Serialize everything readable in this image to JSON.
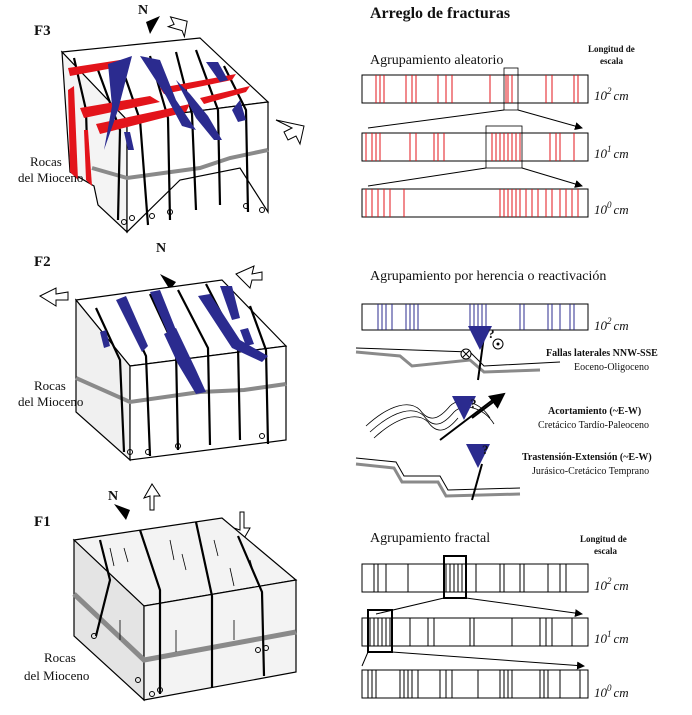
{
  "title": "Arreglo de fracturas",
  "colors": {
    "red": "#e3141b",
    "blue": "#2b2b8f",
    "grey": "#8a8a8a",
    "black": "#000000"
  },
  "blocks": [
    {
      "id": "F3",
      "label": "F3",
      "north": "N",
      "rock_label_1": "Rocas",
      "rock_label_2": "del Mioceno"
    },
    {
      "id": "F2",
      "label": "F2",
      "north": "N",
      "rock_label_1": "Rocas",
      "rock_label_2": "del Mioceno"
    },
    {
      "id": "F1",
      "label": "F1",
      "north": "N",
      "rock_label_1": "Rocas",
      "rock_label_2": "del Mioceno"
    }
  ],
  "scale_header": {
    "line1": "Longitud de",
    "line2": "escala"
  },
  "scales": {
    "s2": "10",
    "e2": "2",
    "s1": "10",
    "e1": "1",
    "s0": "10",
    "e0": "0",
    "unit": "cm"
  },
  "random": {
    "title": "Agrupamiento aleatorio"
  },
  "inherited": {
    "title": "Agrupamiento por herencia o reactivación",
    "q": "?",
    "events": [
      {
        "name": "Fallas laterales NNW-SSE",
        "age": "Eoceno-Oligoceno"
      },
      {
        "name": "Acortamiento (~E-W)",
        "age": "Cretácico Tardío-Paleoceno"
      },
      {
        "name": "Trastensión-Extensión (~E-W)",
        "age": "Jurásico-Cretácico Temprano"
      }
    ]
  },
  "fractal": {
    "title": "Agrupamiento fractal"
  }
}
